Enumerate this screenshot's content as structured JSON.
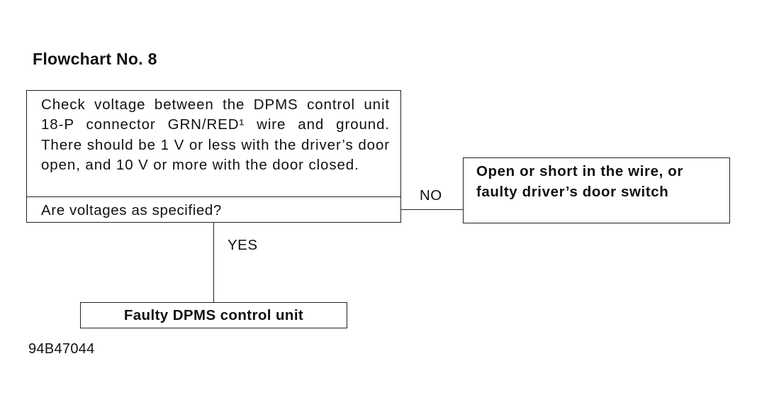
{
  "title": "Flowchart No. 8",
  "check_box": {
    "instruction": "Check voltage between the DPMS control unit 18-P connector GRN/RED¹ wire and ground. There should be 1 V or less with the driver’s door open, and 10 V or more with the door closed.",
    "question": "Are voltages as specified?"
  },
  "branches": {
    "no_label": "NO",
    "yes_label": "YES"
  },
  "no_result": {
    "line1": "Open or short in the wire, or",
    "line2": "faulty driver’s door switch"
  },
  "yes_result": {
    "text": "Faulty DPMS control unit"
  },
  "figure_code": "94B47044"
}
